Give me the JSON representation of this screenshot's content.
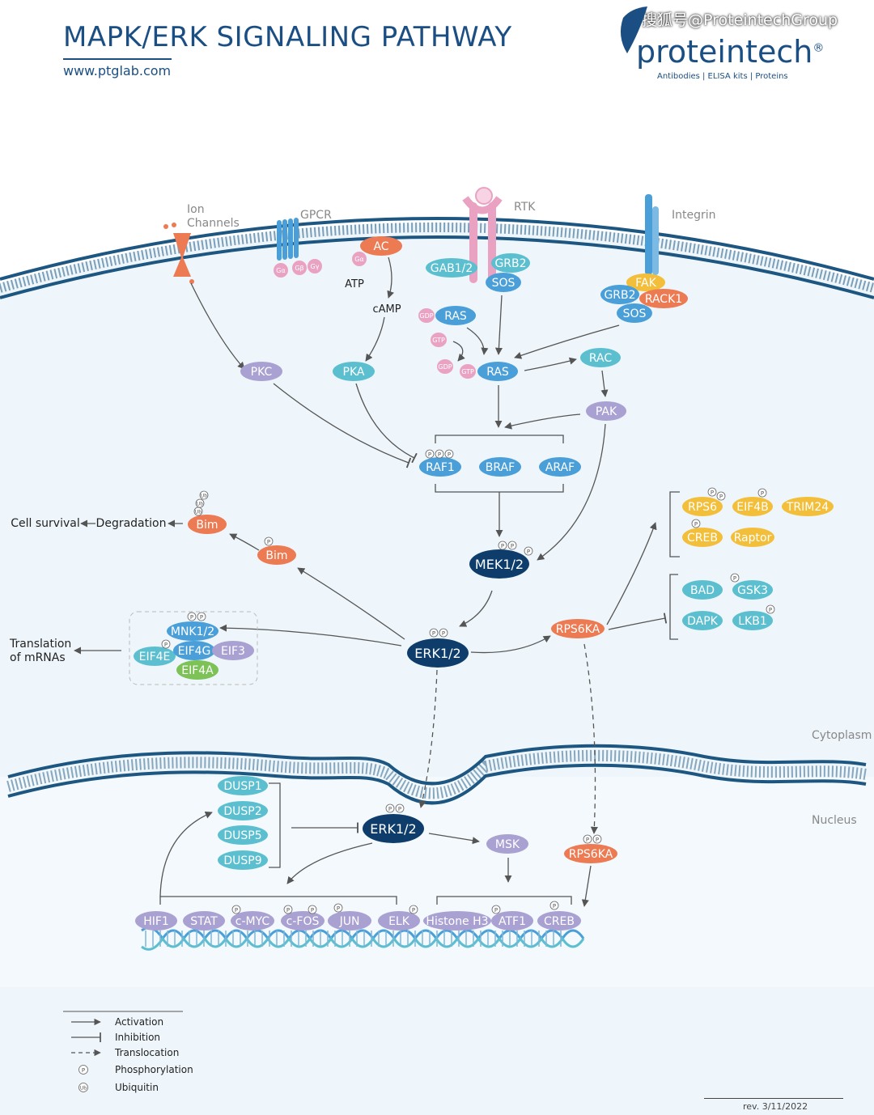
{
  "header": {
    "title": "MAPK/ERK SIGNALING PATHWAY",
    "url": "www.ptglab.com",
    "logo_text": "proteintech",
    "logo_mark": "®",
    "logo_sub": "Antibodies  |  ELISA kits  |  Proteins",
    "watermark": "搜狐号@ProteintechGroup"
  },
  "compartments": {
    "cytoplasm": "Cytoplasm",
    "nucleus": "Nucleus"
  },
  "receptors": {
    "ion": "Ion\nChannels",
    "gpcr": "GPCR",
    "rtk": "RTK",
    "integrin": "Integrin"
  },
  "nodes": [
    {
      "id": "ac",
      "label": "AC",
      "color": "orange"
    },
    {
      "id": "ga",
      "label": "Gα",
      "color": "pink"
    },
    {
      "id": "gb",
      "label": "Gβ",
      "color": "pink"
    },
    {
      "id": "gy",
      "label": "Gγ",
      "color": "pink"
    },
    {
      "id": "gao",
      "label": "Gα",
      "color": "pink"
    },
    {
      "id": "gab12",
      "label": "GAB1/2",
      "color": "teal"
    },
    {
      "id": "grb2a",
      "label": "GRB2",
      "color": "teal"
    },
    {
      "id": "sosa",
      "label": "SOS",
      "color": "blue"
    },
    {
      "id": "fak",
      "label": "FAK",
      "color": "yellow"
    },
    {
      "id": "grb2b",
      "label": "GRB2",
      "color": "blue"
    },
    {
      "id": "rack1",
      "label": "RACK1",
      "color": "orange"
    },
    {
      "id": "sosb",
      "label": "SOS",
      "color": "blue"
    },
    {
      "id": "gdp1",
      "label": "GDP",
      "color": "pink"
    },
    {
      "id": "ras1",
      "label": "RAS",
      "color": "blue"
    },
    {
      "id": "gtp1",
      "label": "GTP",
      "color": "pink"
    },
    {
      "id": "gdp2",
      "label": "GDP",
      "color": "pink"
    },
    {
      "id": "gtp2",
      "label": "GTP",
      "color": "pink"
    },
    {
      "id": "ras2",
      "label": "RAS",
      "color": "blue"
    },
    {
      "id": "rac",
      "label": "RAC",
      "color": "teal"
    },
    {
      "id": "pak",
      "label": "PAK",
      "color": "purple"
    },
    {
      "id": "pkc",
      "label": "PKC",
      "color": "purple"
    },
    {
      "id": "pka",
      "label": "PKA",
      "color": "teal"
    },
    {
      "id": "raf1",
      "label": "RAF1",
      "color": "blue"
    },
    {
      "id": "braf",
      "label": "BRAF",
      "color": "blue"
    },
    {
      "id": "araf",
      "label": "ARAF",
      "color": "blue"
    },
    {
      "id": "mek",
      "label": "MEK1/2",
      "color": "navy"
    },
    {
      "id": "erk",
      "label": "ERK1/2",
      "color": "navy"
    },
    {
      "id": "bim1",
      "label": "Bim",
      "color": "orange"
    },
    {
      "id": "bim2",
      "label": "Bim",
      "color": "orange"
    },
    {
      "id": "mnk",
      "label": "MNK1/2",
      "color": "blue"
    },
    {
      "id": "eif4e",
      "label": "EIF4E",
      "color": "teal"
    },
    {
      "id": "eif4g",
      "label": "EIF4G",
      "color": "blue"
    },
    {
      "id": "eif3",
      "label": "EIF3",
      "color": "purple"
    },
    {
      "id": "eif4a",
      "label": "EIF4A",
      "color": "green"
    },
    {
      "id": "rps6ka",
      "label": "RPS6KA",
      "color": "orange"
    },
    {
      "id": "rps6",
      "label": "RPS6",
      "color": "yellow"
    },
    {
      "id": "eif4b",
      "label": "EIF4B",
      "color": "yellow"
    },
    {
      "id": "trim24",
      "label": "TRIM24",
      "color": "yellow"
    },
    {
      "id": "creb_y",
      "label": "CREB",
      "color": "yellow"
    },
    {
      "id": "raptor",
      "label": "Raptor",
      "color": "yellow"
    },
    {
      "id": "bad",
      "label": "BAD",
      "color": "teal"
    },
    {
      "id": "gsk3",
      "label": "GSK3",
      "color": "teal"
    },
    {
      "id": "dapk",
      "label": "DAPK",
      "color": "teal"
    },
    {
      "id": "lkb1",
      "label": "LKB1",
      "color": "teal"
    },
    {
      "id": "dusp1",
      "label": "DUSP1",
      "color": "teal"
    },
    {
      "id": "dusp2",
      "label": "DUSP2",
      "color": "teal"
    },
    {
      "id": "dusp5",
      "label": "DUSP5",
      "color": "teal"
    },
    {
      "id": "dusp9",
      "label": "DUSP9",
      "color": "teal"
    },
    {
      "id": "erkn",
      "label": "ERK1/2",
      "color": "navy"
    },
    {
      "id": "msk",
      "label": "MSK",
      "color": "purple"
    },
    {
      "id": "rps6kan",
      "label": "RPS6KA",
      "color": "orange"
    },
    {
      "id": "hif1",
      "label": "HIF1",
      "color": "purple"
    },
    {
      "id": "stat",
      "label": "STAT",
      "color": "purple"
    },
    {
      "id": "cmyc",
      "label": "c-MYC",
      "color": "purple"
    },
    {
      "id": "cfos",
      "label": "c-FOS",
      "color": "purple"
    },
    {
      "id": "jun",
      "label": "JUN",
      "color": "purple"
    },
    {
      "id": "elk",
      "label": "ELK",
      "color": "purple"
    },
    {
      "id": "histone",
      "label": "Histone H3",
      "color": "purple"
    },
    {
      "id": "atf1",
      "label": "ATF1",
      "color": "purple"
    },
    {
      "id": "creb_n",
      "label": "CREB",
      "color": "purple"
    }
  ],
  "text_labels": {
    "atp": "ATP",
    "camp": "cAMP",
    "degradation": "Degradation",
    "cell_survival": "Cell survival",
    "translation": "Translation\nof mRNAs"
  },
  "phospho_symbol": "P",
  "ubiquitin_symbol": "Ub",
  "legend": [
    {
      "kind": "activation",
      "label": "Activation"
    },
    {
      "kind": "inhibition",
      "label": "Inhibition"
    },
    {
      "kind": "translocation",
      "label": "Translocation"
    },
    {
      "kind": "phosphorylation",
      "label": "Phosphorylation"
    },
    {
      "kind": "ubiquitin",
      "label": "Ubiquitin"
    }
  ],
  "revision": "rev. 3/11/2022",
  "colors": {
    "title": "#1b4f83",
    "membrane": "#1d5781",
    "cell": "#eef6fb",
    "blue": "#4a9fd8",
    "teal": "#5bbfd0",
    "purple": "#a9a1d1",
    "navy": "#0e3d6b",
    "orange": "#ec7a52",
    "yellow": "#f3bf3a",
    "pink": "#eaa2c3",
    "green": "#7cc257"
  }
}
